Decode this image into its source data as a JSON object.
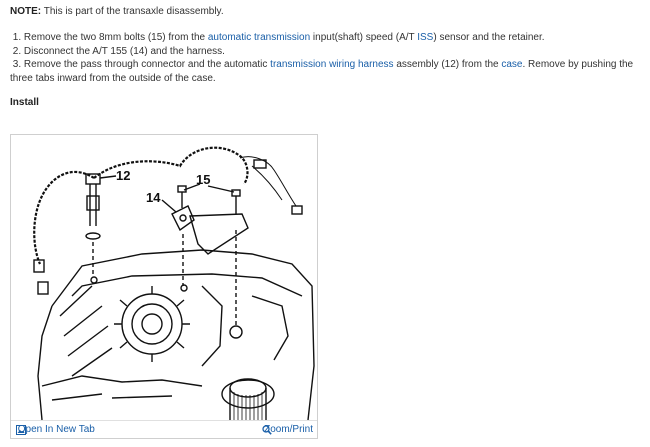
{
  "note": {
    "label": "NOTE:",
    "text": " This is part of the transaxle disassembly."
  },
  "steps": [
    {
      "n": "1. ",
      "parts": [
        {
          "t": "Remove the two 8mm bolts (15) from the "
        },
        {
          "t": "automatic transmission",
          "link": true
        },
        {
          "t": " input(shaft) speed (A/T "
        },
        {
          "t": "ISS",
          "link": true
        },
        {
          "t": ") sensor and the retainer."
        }
      ]
    },
    {
      "n": "2. ",
      "parts": [
        {
          "t": "Disconnect the A/T 155 (14) and the harness."
        }
      ]
    },
    {
      "n": "3. ",
      "parts": [
        {
          "t": "Remove the pass through connector and the automatic "
        },
        {
          "t": "transmission wiring harness",
          "link": true
        },
        {
          "t": " assembly (12) from the "
        },
        {
          "t": "case",
          "link": true
        },
        {
          "t": ". Remove by pushing the three tabs inward from the outside of the case."
        }
      ]
    }
  ],
  "install_heading": "Install",
  "figure": {
    "callouts": {
      "c12": "12",
      "c14": "14",
      "c15": "15"
    },
    "open_link": "Open In New Tab",
    "zoom_link": "Zoom/Print",
    "open_icon": "image-icon",
    "zoom_icon": "magnifier-icon"
  },
  "colors": {
    "link": "#1a5fa8",
    "text": "#333333"
  }
}
